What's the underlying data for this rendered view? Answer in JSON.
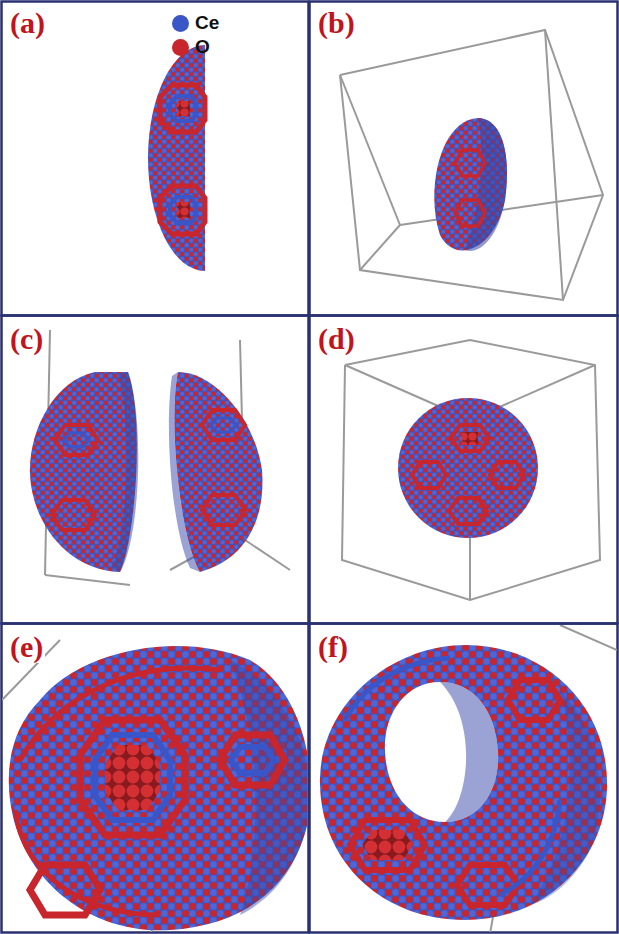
{
  "diagram": {
    "labels": [
      "(a)",
      "(b)",
      "(c)",
      "(d)",
      "(e)",
      "(f)"
    ],
    "legend": [
      {
        "text": "Ce",
        "color": "#3a55c8"
      },
      {
        "text": "O",
        "color": "#c8262c"
      }
    ]
  }
}
